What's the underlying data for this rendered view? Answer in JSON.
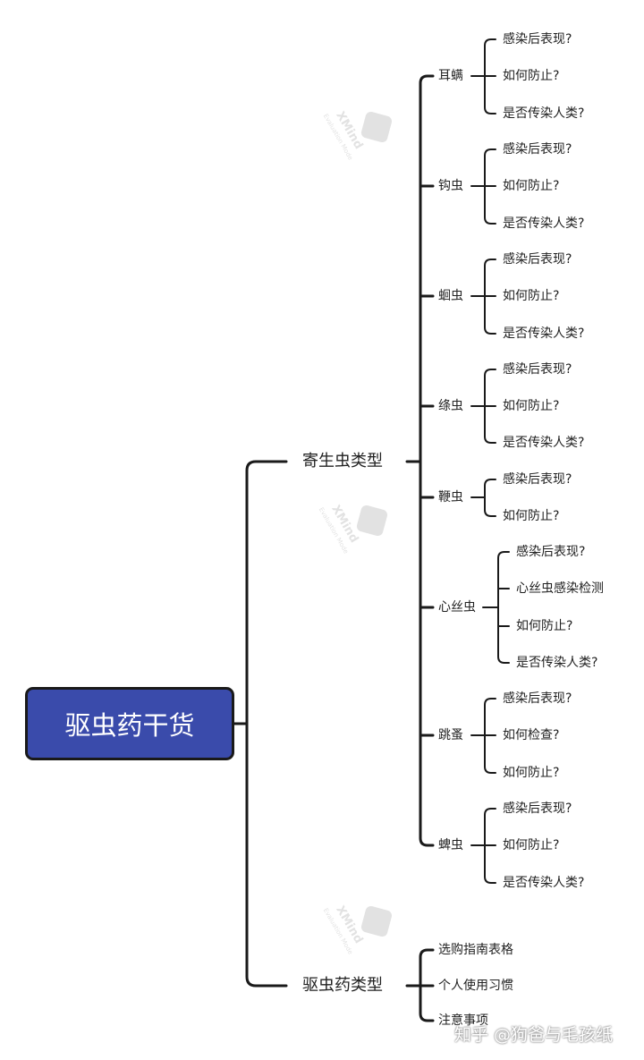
{
  "mindmap": {
    "root": "驱虫药干货",
    "branches": [
      {
        "label": "寄生虫类型",
        "children": [
          {
            "label": "耳螨",
            "children": [
              "感染后表现?",
              "如何防止?",
              "是否传染人类?"
            ]
          },
          {
            "label": "钩虫",
            "children": [
              "感染后表现?",
              "如何防止?",
              "是否传染人类?"
            ]
          },
          {
            "label": "蛔虫",
            "children": [
              "感染后表现?",
              "如何防止?",
              "是否传染人类?"
            ]
          },
          {
            "label": "绦虫",
            "children": [
              "感染后表现?",
              "如何防止?",
              "是否传染人类?"
            ]
          },
          {
            "label": "鞭虫",
            "children": [
              "感染后表现?",
              "如何防止?"
            ]
          },
          {
            "label": "心丝虫",
            "children": [
              "感染后表现?",
              "心丝虫感染检测",
              "如何防止?",
              "是否传染人类?"
            ]
          },
          {
            "label": "跳蚤",
            "children": [
              "感染后表现?",
              "如何检查?",
              "如何防止?"
            ]
          },
          {
            "label": "蜱虫",
            "children": [
              "感染后表现?",
              "如何防止?",
              "是否传染人类?"
            ]
          }
        ]
      },
      {
        "label": "驱虫药类型",
        "children": [
          {
            "label": "选购指南表格",
            "children": []
          },
          {
            "label": "个人使用习惯",
            "children": []
          },
          {
            "label": "注意事项",
            "children": []
          }
        ]
      }
    ]
  },
  "watermark": {
    "brand": "XMind",
    "mode": "Evaluation Mode"
  },
  "footer": "知乎 @狗爸与毛孩纸",
  "colors": {
    "root_fill": "#3a4bab",
    "line": "#1a1a1a",
    "text": "#222222"
  }
}
